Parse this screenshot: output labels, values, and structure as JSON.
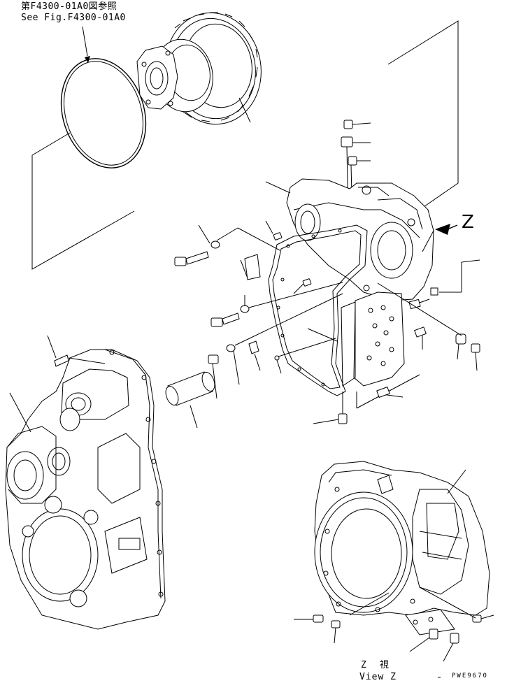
{
  "reference": {
    "japanese": "第F4300-01A0図参照",
    "english": "See Fig.F4300-01A0"
  },
  "arrow_label": "Z",
  "view": {
    "japanese": "Z　視",
    "english": "View Z"
  },
  "drawing_code": "PWE9670"
}
